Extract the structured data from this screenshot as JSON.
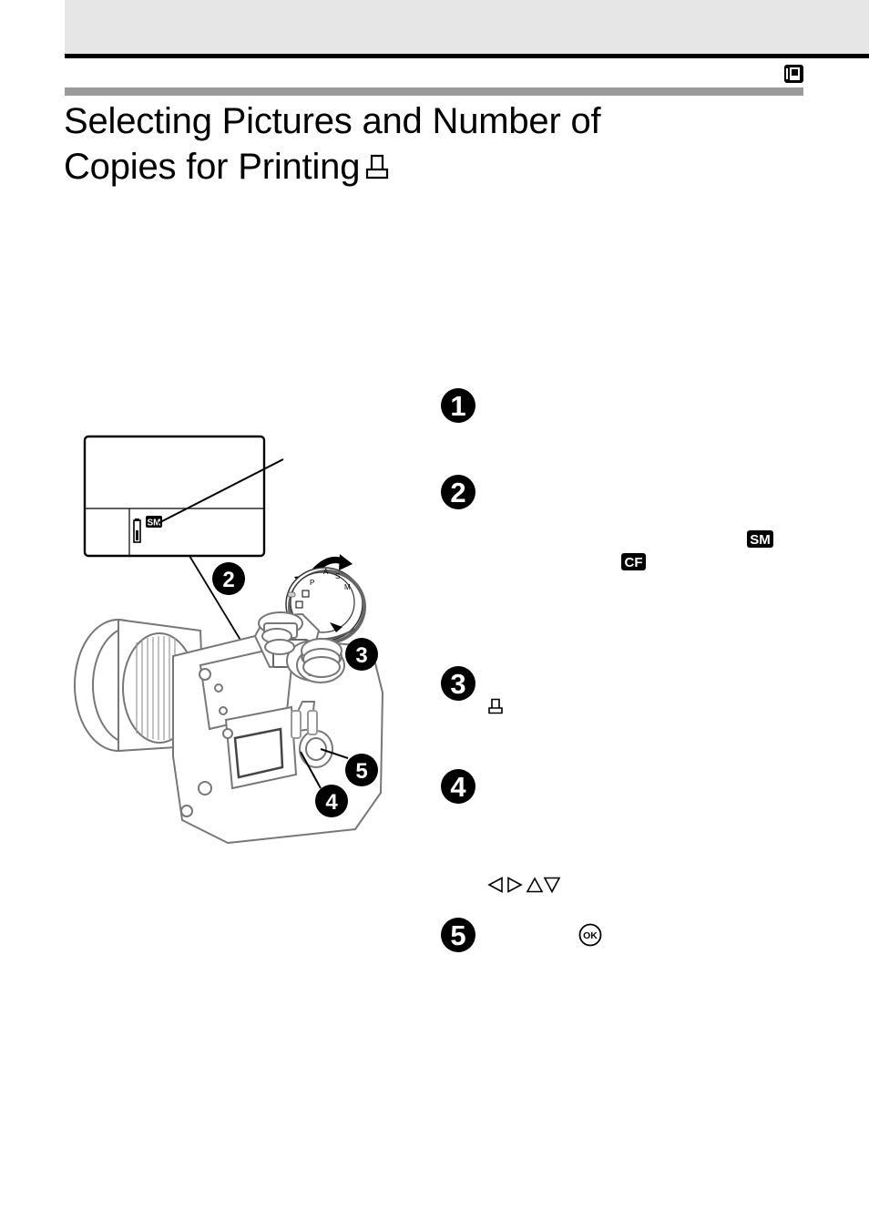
{
  "page": {
    "title_line1": "Selecting Pictures and Number of",
    "title_line2": "Copies for Printing"
  },
  "icons": {
    "header": "print-reserve-icon",
    "title": "print-icon",
    "steps": [
      "step-1-icon",
      "step-2-icon",
      "step-3-icon",
      "step-4-icon",
      "step-5-icon"
    ],
    "media": [
      "smartmedia-icon",
      "compactflash-icon"
    ],
    "arrows": [
      "left-arrow-icon",
      "right-arrow-icon",
      "up-arrow-icon",
      "down-arrow-icon"
    ],
    "ok": "ok-button-icon"
  },
  "badges": {
    "smartmedia": "SM",
    "compactflash": "CF",
    "ok": "OK",
    "mode_dial": [
      "P",
      "A",
      "S",
      "M"
    ]
  },
  "callouts": [
    "2",
    "3",
    "4",
    "5"
  ],
  "colors": {
    "ink": "#000000",
    "band": "#e6e6e6",
    "rule": "#9a9a9a"
  }
}
